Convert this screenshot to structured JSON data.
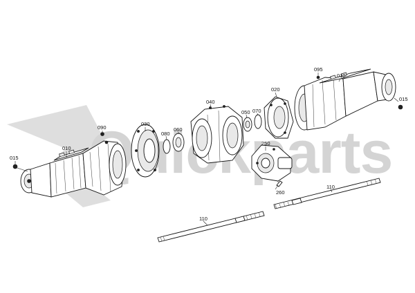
{
  "watermark": {
    "text": "Quickparts",
    "color": "#d4d4d4"
  },
  "callouts": [
    {
      "id": "left-015",
      "text": "015"
    },
    {
      "id": "left-010",
      "text": "010"
    },
    {
      "id": "left-090",
      "text": "090"
    },
    {
      "id": "p-030",
      "text": "030"
    },
    {
      "id": "p-080",
      "text": "080"
    },
    {
      "id": "p-060",
      "text": "060"
    },
    {
      "id": "p-040",
      "text": "040"
    },
    {
      "id": "p-050",
      "text": "050"
    },
    {
      "id": "p-070",
      "text": "070"
    },
    {
      "id": "p-020",
      "text": "020"
    },
    {
      "id": "right-095",
      "text": "095"
    },
    {
      "id": "right-010",
      "text": "010"
    },
    {
      "id": "right-015",
      "text": "015"
    },
    {
      "id": "p-250",
      "text": "250"
    },
    {
      "id": "p-260",
      "text": "260"
    },
    {
      "id": "shaft-left-110",
      "text": "110"
    },
    {
      "id": "shaft-right-110",
      "text": "110"
    }
  ]
}
